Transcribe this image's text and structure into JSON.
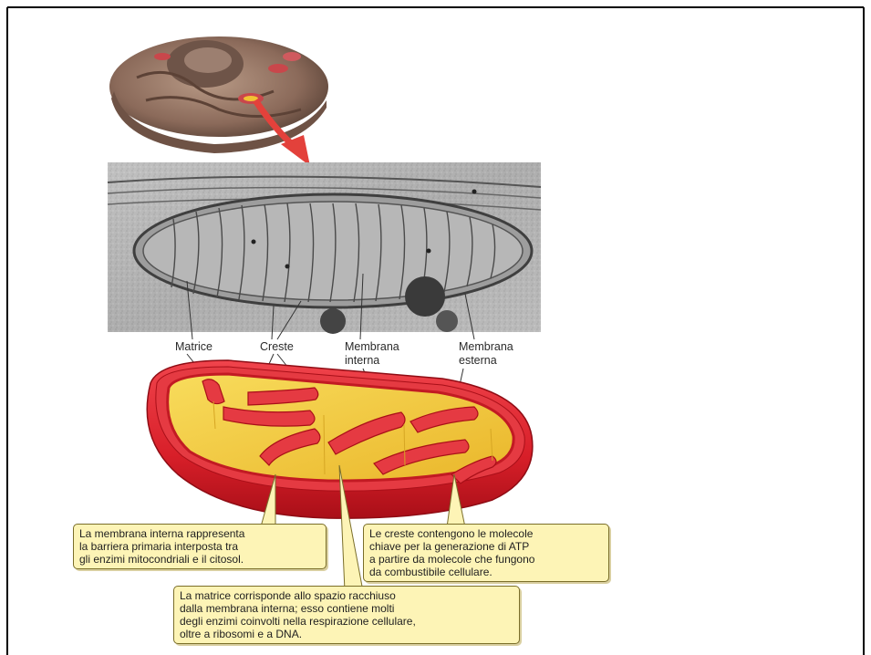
{
  "labels": {
    "matrice": "Matrice",
    "creste": "Creste",
    "membrana_interna": [
      "Membrana",
      "interna"
    ],
    "membrana_esterna": [
      "Membrana",
      "esterna"
    ]
  },
  "callouts": {
    "membrana_interna": [
      "La membrana interna rappresenta",
      "la barriera primaria interposta tra",
      "gli enzimi mitocondriali e il citosol."
    ],
    "creste": [
      "Le creste contengono le molecole",
      "chiave per la generazione di ATP",
      "a partire da molecole che fungono",
      "da combustibile cellulare."
    ],
    "matrice": [
      "La matrice corrisponde allo spazio racchiuso",
      "dalla membrana interna; esso contiene molti",
      "degli enzimi coinvolti nella respirazione cellulare,",
      "oltre a ribosomi e a DNA."
    ]
  },
  "colors": {
    "outer_membrane": "#e0262f",
    "outer_membrane_dark": "#b5121c",
    "matrix": "#f2c233",
    "matrix_light": "#f8dc5c",
    "callout_bg": "#fdf4b6",
    "arrow": "#e3413b",
    "cell_brown": "#8b6a5a"
  },
  "icons": {
    "cell": "cell-cutaway-icon",
    "arrow": "curved-arrow-icon",
    "micrograph": "electron-micrograph-image"
  }
}
